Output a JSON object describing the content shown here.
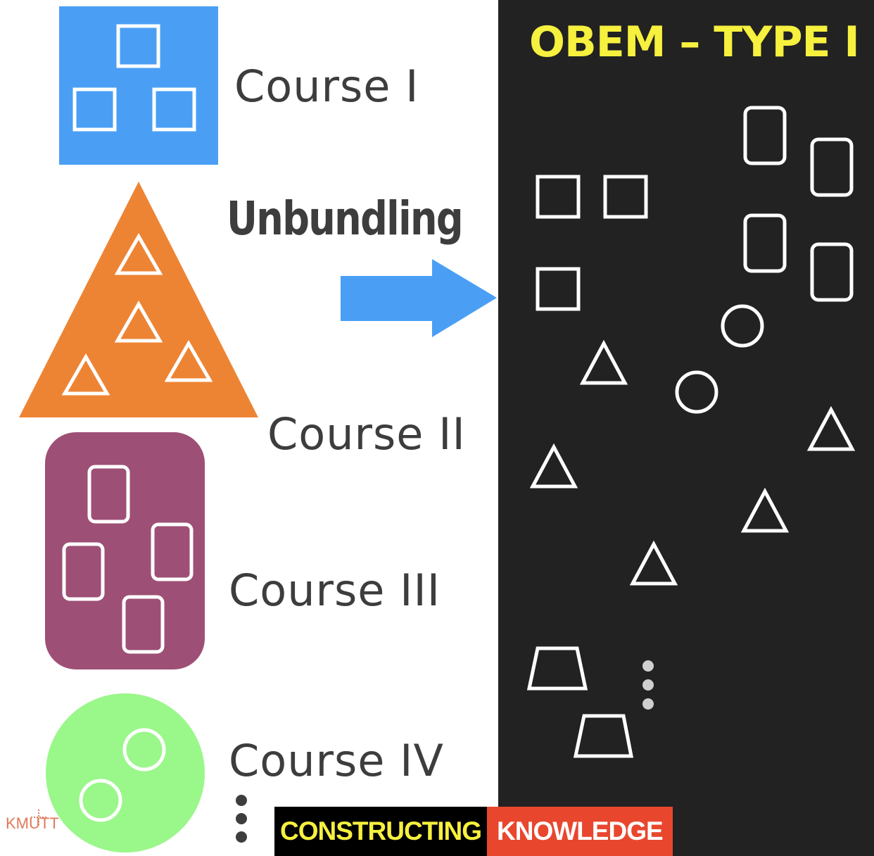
{
  "title": "OBEM – TYPE I",
  "action_label": "Unbundling",
  "courses": [
    {
      "label": "Course I",
      "shape": "square",
      "color": "#4a9ff5"
    },
    {
      "label": "Course II",
      "shape": "triangle",
      "color": "#ed8434"
    },
    {
      "label": "Course III",
      "shape": "rounded-rectangle",
      "color": "#9e4f75"
    },
    {
      "label": "Course IV",
      "shape": "circle",
      "color": "#9af78a"
    }
  ],
  "banner": {
    "left": "CONSTRUCTING",
    "right": "KNOWLEDGE"
  },
  "logo_text": "KMUTT",
  "colors": {
    "arrow": "#4a9ff5",
    "dark_panel": "#222222",
    "title": "#f6f03e",
    "banner_left_bg": "#000000",
    "banner_right_bg": "#e8472e",
    "label_text": "#3d3d3d",
    "icon_stroke": "#ffffff"
  }
}
